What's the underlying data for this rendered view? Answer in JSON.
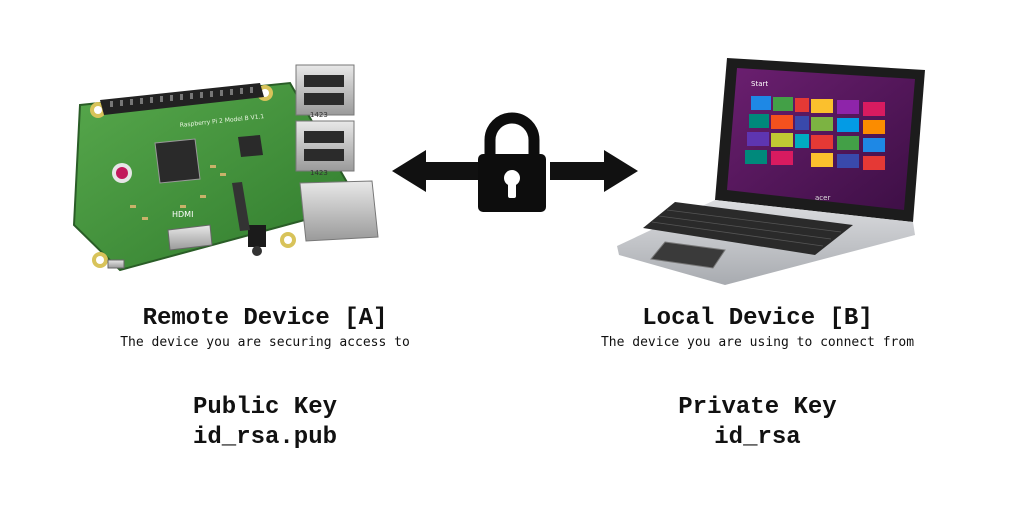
{
  "remote": {
    "title": "Remote Device [A]",
    "subtitle": "The device you are securing access to",
    "key_label": "Public Key",
    "key_file": "id_rsa.pub",
    "board": {
      "model_text": "Raspberry Pi 2 Model B V1.1",
      "hdmi_label": "HDMI",
      "usb_label_1": "1423",
      "usb_label_2": "1423"
    }
  },
  "local": {
    "title": "Local Device [B]",
    "subtitle": "The device you are using to connect from",
    "key_label": "Private Key",
    "key_file": "id_rsa",
    "laptop": {
      "screen_start": "Start",
      "brand": "acer"
    }
  },
  "colors": {
    "board_green": "#3f8f3a",
    "lock": "#0d0d0d",
    "arrow": "#111111",
    "laptop_body": "#c9cbce",
    "screen_bg": "#5a1a5e"
  }
}
